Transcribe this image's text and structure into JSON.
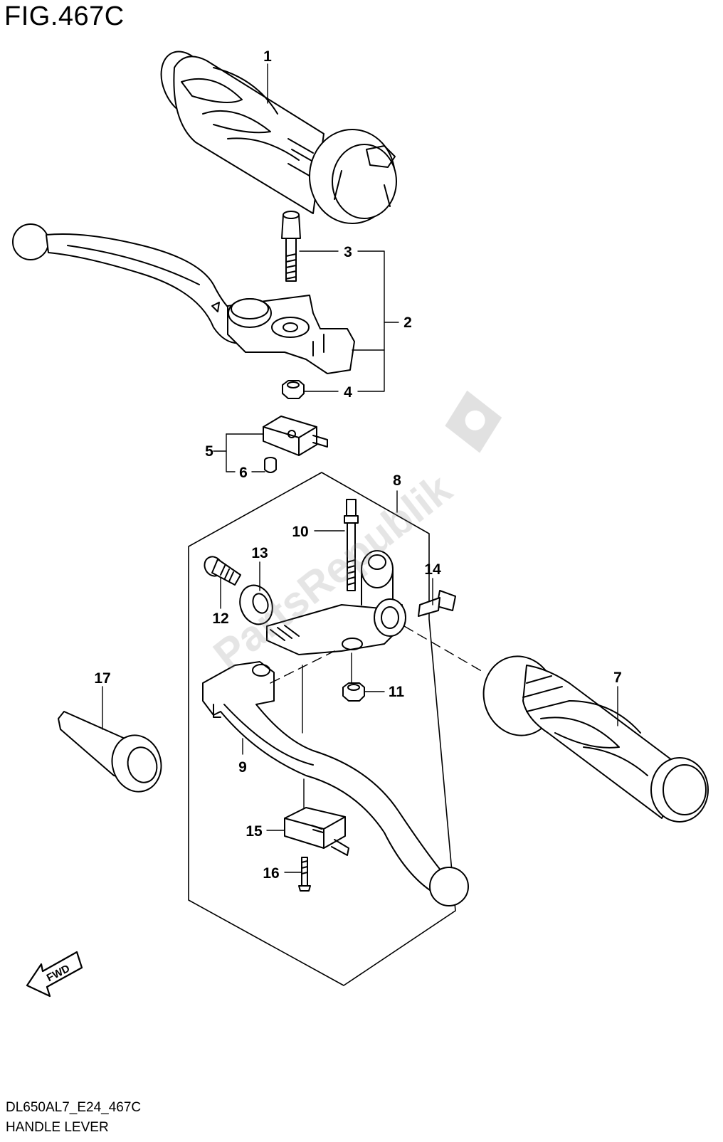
{
  "header": {
    "title": "FIG.467C"
  },
  "footer": {
    "code": "DL650AL7_E24_467C",
    "name": "HANDLE LEVER"
  },
  "watermark": {
    "text": "PartsRepublik"
  },
  "fwd_label": "FWD",
  "callouts": [
    {
      "id": "c1",
      "text": "1"
    },
    {
      "id": "c2",
      "text": "2"
    },
    {
      "id": "c3",
      "text": "3"
    },
    {
      "id": "c4",
      "text": "4"
    },
    {
      "id": "c5",
      "text": "5"
    },
    {
      "id": "c6",
      "text": "6"
    },
    {
      "id": "c7",
      "text": "7"
    },
    {
      "id": "c8",
      "text": "8"
    },
    {
      "id": "c9",
      "text": "9"
    },
    {
      "id": "c10",
      "text": "10"
    },
    {
      "id": "c11",
      "text": "11"
    },
    {
      "id": "c12",
      "text": "12"
    },
    {
      "id": "c13",
      "text": "13"
    },
    {
      "id": "c14",
      "text": "14"
    },
    {
      "id": "c15",
      "text": "15"
    },
    {
      "id": "c16",
      "text": "16"
    },
    {
      "id": "c17",
      "text": "17"
    }
  ]
}
